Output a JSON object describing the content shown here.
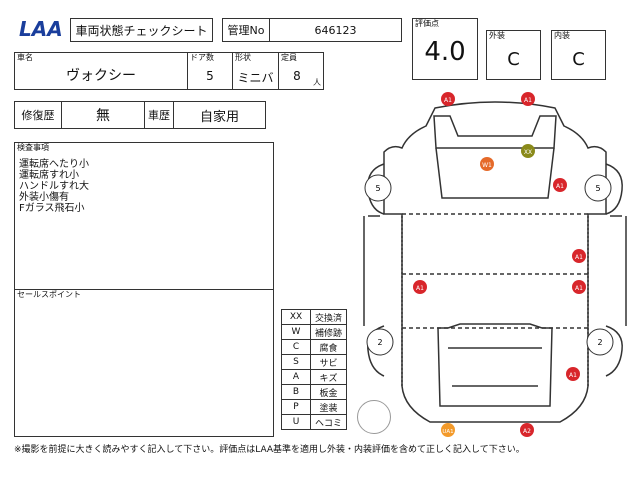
{
  "header": {
    "logo_text": "LAA",
    "sheet_title": "車両状態チェックシート",
    "mgmt_no_label": "管理No",
    "mgmt_no_value": "646123",
    "score_label": "評価点",
    "score_value": "4.0",
    "exterior_label": "外装",
    "exterior_value": "C",
    "interior_label": "内装",
    "interior_value": "C"
  },
  "vehicle": {
    "name_label": "車名",
    "name_value": "ヴォクシー",
    "doors_label": "ドア数",
    "doors_value": "5",
    "shape_label": "形状",
    "shape_value": "ミニバ",
    "capacity_label": "定員",
    "capacity_value": "8",
    "capacity_unit": "人"
  },
  "history": {
    "repair_label": "修復歴",
    "repair_value": "無",
    "usage_label": "車歴",
    "usage_value": "自家用"
  },
  "inspection": {
    "title": "検査事項",
    "lines": [
      "運転席へたり小",
      "運転席すれ小",
      "ハンドルすれ大",
      "外装小傷有",
      "Fガラス飛石小"
    ]
  },
  "sales": {
    "title": "セールスポイント"
  },
  "legend": [
    {
      "code": "XX",
      "meaning": "交換済"
    },
    {
      "code": "W",
      "meaning": "補修跡"
    },
    {
      "code": "C",
      "meaning": "腐食"
    },
    {
      "code": "S",
      "meaning": "サビ"
    },
    {
      "code": "A",
      "meaning": "キズ"
    },
    {
      "code": "B",
      "meaning": "板金"
    },
    {
      "code": "P",
      "meaning": "塗装"
    },
    {
      "code": "U",
      "meaning": "ヘコミ"
    }
  ],
  "diagram_marks": {
    "a1": "A1",
    "w1": "W1",
    "xx": "XX",
    "ua1": "UA1",
    "a2": "A2",
    "tire_front": "5",
    "tire_rear": "2"
  },
  "colors": {
    "damage": "#d8262b",
    "repair": "#e56a2a",
    "replaced": "#8a8a1a",
    "dent": "#f39a2a"
  },
  "footer": {
    "note": "※撮影を前提に大きく読みやすく記入して下さい。評価点はLAA基準を適用し外装・内装評価を含めて正しく記入して下さい。"
  }
}
